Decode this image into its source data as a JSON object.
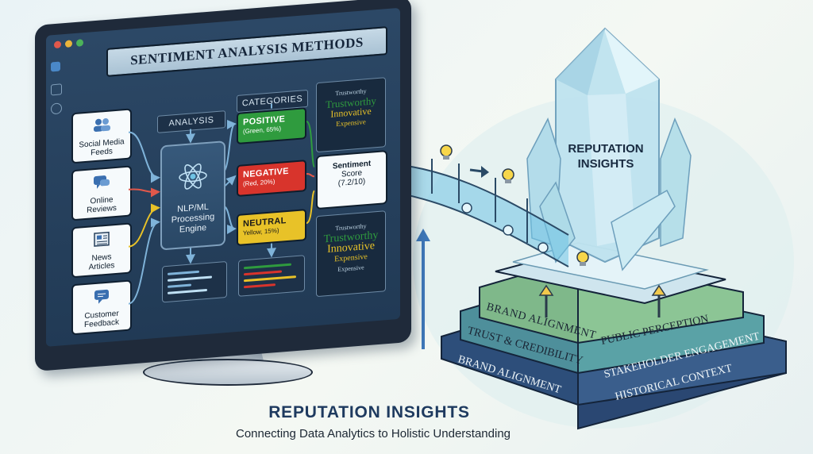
{
  "monitor": {
    "title": "SENTIMENT ANALYSIS METHODS",
    "col_analysis": "ANALYSIS",
    "col_categories": "CATEGORIES",
    "sources": [
      {
        "label": [
          "Social Media",
          "Feeds"
        ],
        "icon": "people-icon"
      },
      {
        "label": [
          "Online",
          "Reviews"
        ],
        "icon": "chat-bubble-icon"
      },
      {
        "label": [
          "News",
          "Articles"
        ],
        "icon": "newspaper-icon"
      },
      {
        "label": [
          "Customer",
          "Feedback"
        ],
        "icon": "feedback-icon"
      }
    ],
    "engine": {
      "label": [
        "NLP/ML",
        "Processing",
        "Engine"
      ],
      "icon": "atom-icon"
    },
    "categories": [
      {
        "name": "POSITIVE",
        "detail": "(Green, 65%)",
        "color": "#2f9b3e"
      },
      {
        "name": "NEGATIVE",
        "detail": "(Red, 20%)",
        "color": "#d8342c"
      },
      {
        "name": "NEUTRAL",
        "detail": "Yellow, 15%)",
        "color": "#e8c228"
      }
    ],
    "words_top": [
      "Trustworthy",
      "Trustworthy",
      "Innovative",
      "Expensive"
    ],
    "words_bottom": [
      "Trustworthy",
      "Trustworthy",
      "Innovative",
      "Expensive",
      "Expensive"
    ],
    "score": {
      "line1": "Sentiment",
      "line2": "Score",
      "value": "(7.2/10)"
    }
  },
  "pyramid": {
    "center": [
      "REPUTATION",
      "INSIGHTS"
    ],
    "levels": [
      {
        "left": "BRAND ALIGNMENT",
        "right": "PUBLIC PERCEPTION",
        "color": "#7fb88a"
      },
      {
        "left": "TRUST & CREDIBILITY",
        "right": "STAKEHOLDER ENGAGEMENT",
        "color": "#4e8f9b"
      },
      {
        "left": "BRAND ALIGNMENT",
        "right": "HISTORICAL CONTEXT",
        "color": "#2d4e7a"
      }
    ]
  },
  "footer": {
    "title": "REPUTATION INSIGHTS",
    "subtitle": "Connecting Data Analytics to Holistic Understanding"
  },
  "colors": {
    "positive": "#2f9b3e",
    "negative": "#d8342c",
    "neutral": "#e8c228",
    "accent": "#4fb3d9"
  }
}
